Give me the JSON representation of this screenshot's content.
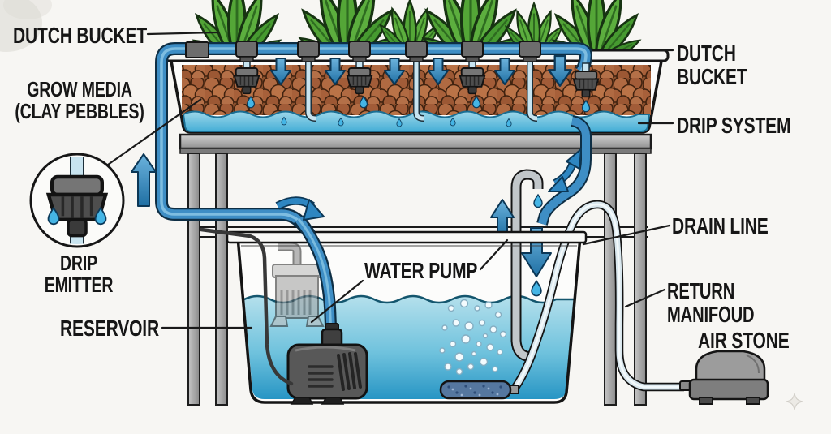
{
  "labels": {
    "dutch_bucket_left": "DUTCH BUCKET",
    "grow_media": "GROW MEDIA\n(CLAY PEBBLES)",
    "drip_emitter": "DRIP\nEMITTER",
    "reservoir": "RESERVOIR",
    "water_pump": "WATER PUMP",
    "dutch_bucket_right": "DUTCH BUCKET",
    "drip_system": "DRIP SYSTEM",
    "drain_line": "DRAIN LINE",
    "return_manifold": "RETURN MANIFOUD",
    "air_stone": "AIR STONE"
  },
  "colors": {
    "background": "#f7f6f3",
    "label_text": "#161616",
    "leader_line": "#1a1a1a",
    "pipe_blue": "#3e8ec5",
    "pipe_outline": "#0e2e44",
    "tube_light": "#c8e4f0",
    "droplet_blue": "#45b5e5",
    "water_surface": "#aadded",
    "water_deep": "#2795c4",
    "pebble_brown": "#b06a42",
    "leaf_green": "#54a637",
    "metal_gray": "#a9a9a9",
    "device_dark": "#4a4a4a",
    "air_stone_blue": "#55779f"
  }
}
